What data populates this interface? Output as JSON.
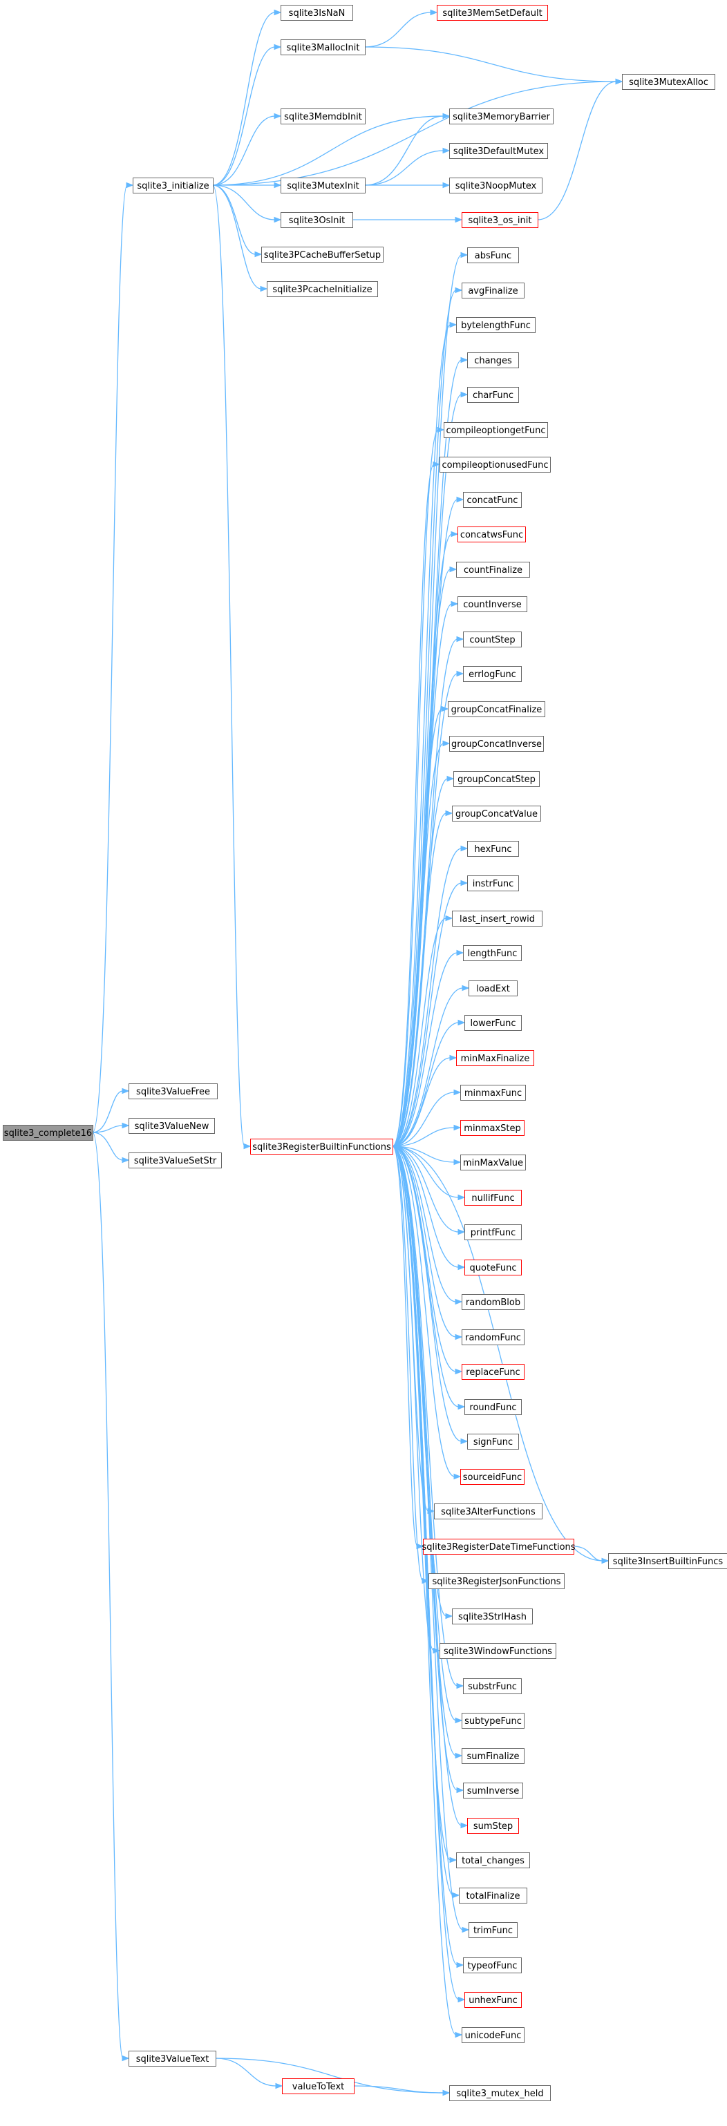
{
  "diagram": {
    "kind": "call-graph",
    "colors": {
      "node_border": "#666666",
      "node_border_highlight": "#ff0000",
      "node_fill": "#ffffff",
      "root_fill": "#999999",
      "edge": "#63b8ff"
    },
    "nodes": [
      {
        "id": "sqlite3_complete16",
        "label": "sqlite3_complete16",
        "style": "root"
      },
      {
        "id": "sqlite3_initialize",
        "label": "sqlite3_initialize",
        "style": "normal"
      },
      {
        "id": "sqlite3IsNaN",
        "label": "sqlite3IsNaN",
        "style": "normal"
      },
      {
        "id": "sqlite3MallocInit",
        "label": "sqlite3MallocInit",
        "style": "normal"
      },
      {
        "id": "sqlite3MemSetDefault",
        "label": "sqlite3MemSetDefault",
        "style": "red"
      },
      {
        "id": "sqlite3MutexAlloc",
        "label": "sqlite3MutexAlloc",
        "style": "normal"
      },
      {
        "id": "sqlite3MemdbInit",
        "label": "sqlite3MemdbInit",
        "style": "normal"
      },
      {
        "id": "sqlite3MemoryBarrier",
        "label": "sqlite3MemoryBarrier",
        "style": "normal"
      },
      {
        "id": "sqlite3MutexInit",
        "label": "sqlite3MutexInit",
        "style": "normal"
      },
      {
        "id": "sqlite3DefaultMutex",
        "label": "sqlite3DefaultMutex",
        "style": "normal"
      },
      {
        "id": "sqlite3NoopMutex",
        "label": "sqlite3NoopMutex",
        "style": "normal"
      },
      {
        "id": "sqlite3OsInit",
        "label": "sqlite3OsInit",
        "style": "normal"
      },
      {
        "id": "sqlite3_os_init",
        "label": "sqlite3_os_init",
        "style": "red"
      },
      {
        "id": "sqlite3PCacheBufferSetup",
        "label": "sqlite3PCacheBufferSetup",
        "style": "normal"
      },
      {
        "id": "sqlite3PcacheInitialize",
        "label": "sqlite3PcacheInitialize",
        "style": "normal"
      },
      {
        "id": "sqlite3RegisterBuiltinFunctions",
        "label": "sqlite3RegisterBuiltinFunctions",
        "style": "red"
      },
      {
        "id": "absFunc",
        "label": "absFunc",
        "style": "normal"
      },
      {
        "id": "avgFinalize",
        "label": "avgFinalize",
        "style": "normal"
      },
      {
        "id": "bytelengthFunc",
        "label": "bytelengthFunc",
        "style": "normal"
      },
      {
        "id": "changes",
        "label": "changes",
        "style": "normal"
      },
      {
        "id": "charFunc",
        "label": "charFunc",
        "style": "normal"
      },
      {
        "id": "compileoptiongetFunc",
        "label": "compileoptiongetFunc",
        "style": "normal"
      },
      {
        "id": "compileoptionusedFunc",
        "label": "compileoptionusedFunc",
        "style": "normal"
      },
      {
        "id": "concatFunc",
        "label": "concatFunc",
        "style": "normal"
      },
      {
        "id": "concatwsFunc",
        "label": "concatwsFunc",
        "style": "red"
      },
      {
        "id": "countFinalize",
        "label": "countFinalize",
        "style": "normal"
      },
      {
        "id": "countInverse",
        "label": "countInverse",
        "style": "normal"
      },
      {
        "id": "countStep",
        "label": "countStep",
        "style": "normal"
      },
      {
        "id": "errlogFunc",
        "label": "errlogFunc",
        "style": "normal"
      },
      {
        "id": "groupConcatFinalize",
        "label": "groupConcatFinalize",
        "style": "normal"
      },
      {
        "id": "groupConcatInverse",
        "label": "groupConcatInverse",
        "style": "normal"
      },
      {
        "id": "groupConcatStep",
        "label": "groupConcatStep",
        "style": "normal"
      },
      {
        "id": "groupConcatValue",
        "label": "groupConcatValue",
        "style": "normal"
      },
      {
        "id": "hexFunc",
        "label": "hexFunc",
        "style": "normal"
      },
      {
        "id": "instrFunc",
        "label": "instrFunc",
        "style": "normal"
      },
      {
        "id": "last_insert_rowid",
        "label": "last_insert_rowid",
        "style": "normal"
      },
      {
        "id": "lengthFunc",
        "label": "lengthFunc",
        "style": "normal"
      },
      {
        "id": "loadExt",
        "label": "loadExt",
        "style": "normal"
      },
      {
        "id": "lowerFunc",
        "label": "lowerFunc",
        "style": "normal"
      },
      {
        "id": "minMaxFinalize",
        "label": "minMaxFinalize",
        "style": "red"
      },
      {
        "id": "minmaxFunc",
        "label": "minmaxFunc",
        "style": "normal"
      },
      {
        "id": "minmaxStep",
        "label": "minmaxStep",
        "style": "red"
      },
      {
        "id": "minMaxValue",
        "label": "minMaxValue",
        "style": "normal"
      },
      {
        "id": "nullifFunc",
        "label": "nullifFunc",
        "style": "red"
      },
      {
        "id": "printfFunc",
        "label": "printfFunc",
        "style": "normal"
      },
      {
        "id": "quoteFunc",
        "label": "quoteFunc",
        "style": "red"
      },
      {
        "id": "randomBlob",
        "label": "randomBlob",
        "style": "normal"
      },
      {
        "id": "randomFunc",
        "label": "randomFunc",
        "style": "normal"
      },
      {
        "id": "replaceFunc",
        "label": "replaceFunc",
        "style": "red"
      },
      {
        "id": "roundFunc",
        "label": "roundFunc",
        "style": "normal"
      },
      {
        "id": "signFunc",
        "label": "signFunc",
        "style": "normal"
      },
      {
        "id": "sourceidFunc",
        "label": "sourceidFunc",
        "style": "red"
      },
      {
        "id": "sqlite3AlterFunctions",
        "label": "sqlite3AlterFunctions",
        "style": "normal"
      },
      {
        "id": "sqlite3InsertBuiltinFuncs",
        "label": "sqlite3InsertBuiltinFuncs",
        "style": "normal"
      },
      {
        "id": "sqlite3RegisterDateTimeFunctions",
        "label": "sqlite3RegisterDateTimeFunctions",
        "style": "red"
      },
      {
        "id": "sqlite3RegisterJsonFunctions",
        "label": "sqlite3RegisterJsonFunctions",
        "style": "normal"
      },
      {
        "id": "sqlite3StrIHash",
        "label": "sqlite3StrIHash",
        "style": "normal"
      },
      {
        "id": "sqlite3WindowFunctions",
        "label": "sqlite3WindowFunctions",
        "style": "normal"
      },
      {
        "id": "substrFunc",
        "label": "substrFunc",
        "style": "normal"
      },
      {
        "id": "subtypeFunc",
        "label": "subtypeFunc",
        "style": "normal"
      },
      {
        "id": "sumFinalize",
        "label": "sumFinalize",
        "style": "normal"
      },
      {
        "id": "sumInverse",
        "label": "sumInverse",
        "style": "normal"
      },
      {
        "id": "sumStep",
        "label": "sumStep",
        "style": "red"
      },
      {
        "id": "total_changes",
        "label": "total_changes",
        "style": "normal"
      },
      {
        "id": "totalFinalize",
        "label": "totalFinalize",
        "style": "normal"
      },
      {
        "id": "trimFunc",
        "label": "trimFunc",
        "style": "normal"
      },
      {
        "id": "typeofFunc",
        "label": "typeofFunc",
        "style": "normal"
      },
      {
        "id": "unhexFunc",
        "label": "unhexFunc",
        "style": "red"
      },
      {
        "id": "unicodeFunc",
        "label": "unicodeFunc",
        "style": "normal"
      },
      {
        "id": "sqlite3ValueFree",
        "label": "sqlite3ValueFree",
        "style": "normal"
      },
      {
        "id": "sqlite3ValueNew",
        "label": "sqlite3ValueNew",
        "style": "normal"
      },
      {
        "id": "sqlite3ValueSetStr",
        "label": "sqlite3ValueSetStr",
        "style": "normal"
      },
      {
        "id": "sqlite3ValueText",
        "label": "sqlite3ValueText",
        "style": "normal"
      },
      {
        "id": "valueToText",
        "label": "valueToText",
        "style": "red"
      },
      {
        "id": "sqlite3_mutex_held",
        "label": "sqlite3_mutex_held",
        "style": "normal"
      }
    ],
    "edges": [
      [
        "sqlite3_complete16",
        "sqlite3_initialize"
      ],
      [
        "sqlite3_complete16",
        "sqlite3ValueFree"
      ],
      [
        "sqlite3_complete16",
        "sqlite3ValueNew"
      ],
      [
        "sqlite3_complete16",
        "sqlite3ValueSetStr"
      ],
      [
        "sqlite3_complete16",
        "sqlite3ValueText"
      ],
      [
        "sqlite3_initialize",
        "sqlite3IsNaN"
      ],
      [
        "sqlite3_initialize",
        "sqlite3MallocInit"
      ],
      [
        "sqlite3_initialize",
        "sqlite3MutexAlloc"
      ],
      [
        "sqlite3_initialize",
        "sqlite3MemdbInit"
      ],
      [
        "sqlite3_initialize",
        "sqlite3MemoryBarrier"
      ],
      [
        "sqlite3_initialize",
        "sqlite3MutexInit"
      ],
      [
        "sqlite3_initialize",
        "sqlite3OsInit"
      ],
      [
        "sqlite3_initialize",
        "sqlite3PCacheBufferSetup"
      ],
      [
        "sqlite3_initialize",
        "sqlite3PcacheInitialize"
      ],
      [
        "sqlite3_initialize",
        "sqlite3RegisterBuiltinFunctions"
      ],
      [
        "sqlite3MallocInit",
        "sqlite3MemSetDefault"
      ],
      [
        "sqlite3MallocInit",
        "sqlite3MutexAlloc"
      ],
      [
        "sqlite3MutexInit",
        "sqlite3MemoryBarrier"
      ],
      [
        "sqlite3MutexInit",
        "sqlite3DefaultMutex"
      ],
      [
        "sqlite3MutexInit",
        "sqlite3NoopMutex"
      ],
      [
        "sqlite3OsInit",
        "sqlite3_os_init"
      ],
      [
        "sqlite3_os_init",
        "sqlite3MutexAlloc"
      ],
      [
        "sqlite3RegisterBuiltinFunctions",
        "absFunc"
      ],
      [
        "sqlite3RegisterBuiltinFunctions",
        "avgFinalize"
      ],
      [
        "sqlite3RegisterBuiltinFunctions",
        "bytelengthFunc"
      ],
      [
        "sqlite3RegisterBuiltinFunctions",
        "changes"
      ],
      [
        "sqlite3RegisterBuiltinFunctions",
        "charFunc"
      ],
      [
        "sqlite3RegisterBuiltinFunctions",
        "compileoptiongetFunc"
      ],
      [
        "sqlite3RegisterBuiltinFunctions",
        "compileoptionusedFunc"
      ],
      [
        "sqlite3RegisterBuiltinFunctions",
        "concatFunc"
      ],
      [
        "sqlite3RegisterBuiltinFunctions",
        "concatwsFunc"
      ],
      [
        "sqlite3RegisterBuiltinFunctions",
        "countFinalize"
      ],
      [
        "sqlite3RegisterBuiltinFunctions",
        "countInverse"
      ],
      [
        "sqlite3RegisterBuiltinFunctions",
        "countStep"
      ],
      [
        "sqlite3RegisterBuiltinFunctions",
        "errlogFunc"
      ],
      [
        "sqlite3RegisterBuiltinFunctions",
        "groupConcatFinalize"
      ],
      [
        "sqlite3RegisterBuiltinFunctions",
        "groupConcatInverse"
      ],
      [
        "sqlite3RegisterBuiltinFunctions",
        "groupConcatStep"
      ],
      [
        "sqlite3RegisterBuiltinFunctions",
        "groupConcatValue"
      ],
      [
        "sqlite3RegisterBuiltinFunctions",
        "hexFunc"
      ],
      [
        "sqlite3RegisterBuiltinFunctions",
        "instrFunc"
      ],
      [
        "sqlite3RegisterBuiltinFunctions",
        "last_insert_rowid"
      ],
      [
        "sqlite3RegisterBuiltinFunctions",
        "lengthFunc"
      ],
      [
        "sqlite3RegisterBuiltinFunctions",
        "loadExt"
      ],
      [
        "sqlite3RegisterBuiltinFunctions",
        "lowerFunc"
      ],
      [
        "sqlite3RegisterBuiltinFunctions",
        "minMaxFinalize"
      ],
      [
        "sqlite3RegisterBuiltinFunctions",
        "minmaxFunc"
      ],
      [
        "sqlite3RegisterBuiltinFunctions",
        "minmaxStep"
      ],
      [
        "sqlite3RegisterBuiltinFunctions",
        "minMaxValue"
      ],
      [
        "sqlite3RegisterBuiltinFunctions",
        "nullifFunc"
      ],
      [
        "sqlite3RegisterBuiltinFunctions",
        "printfFunc"
      ],
      [
        "sqlite3RegisterBuiltinFunctions",
        "quoteFunc"
      ],
      [
        "sqlite3RegisterBuiltinFunctions",
        "randomBlob"
      ],
      [
        "sqlite3RegisterBuiltinFunctions",
        "randomFunc"
      ],
      [
        "sqlite3RegisterBuiltinFunctions",
        "replaceFunc"
      ],
      [
        "sqlite3RegisterBuiltinFunctions",
        "roundFunc"
      ],
      [
        "sqlite3RegisterBuiltinFunctions",
        "signFunc"
      ],
      [
        "sqlite3RegisterBuiltinFunctions",
        "sourceidFunc"
      ],
      [
        "sqlite3RegisterBuiltinFunctions",
        "sqlite3AlterFunctions"
      ],
      [
        "sqlite3RegisterBuiltinFunctions",
        "sqlite3InsertBuiltinFuncs"
      ],
      [
        "sqlite3RegisterBuiltinFunctions",
        "sqlite3RegisterDateTimeFunctions"
      ],
      [
        "sqlite3RegisterBuiltinFunctions",
        "sqlite3RegisterJsonFunctions"
      ],
      [
        "sqlite3RegisterBuiltinFunctions",
        "sqlite3StrIHash"
      ],
      [
        "sqlite3RegisterBuiltinFunctions",
        "sqlite3WindowFunctions"
      ],
      [
        "sqlite3RegisterBuiltinFunctions",
        "substrFunc"
      ],
      [
        "sqlite3RegisterBuiltinFunctions",
        "subtypeFunc"
      ],
      [
        "sqlite3RegisterBuiltinFunctions",
        "sumFinalize"
      ],
      [
        "sqlite3RegisterBuiltinFunctions",
        "sumInverse"
      ],
      [
        "sqlite3RegisterBuiltinFunctions",
        "sumStep"
      ],
      [
        "sqlite3RegisterBuiltinFunctions",
        "total_changes"
      ],
      [
        "sqlite3RegisterBuiltinFunctions",
        "totalFinalize"
      ],
      [
        "sqlite3RegisterBuiltinFunctions",
        "trimFunc"
      ],
      [
        "sqlite3RegisterBuiltinFunctions",
        "typeofFunc"
      ],
      [
        "sqlite3RegisterBuiltinFunctions",
        "unhexFunc"
      ],
      [
        "sqlite3RegisterBuiltinFunctions",
        "unicodeFunc"
      ],
      [
        "sqlite3RegisterDateTimeFunctions",
        "sqlite3InsertBuiltinFuncs"
      ],
      [
        "sqlite3ValueText",
        "valueToText"
      ],
      [
        "sqlite3ValueText",
        "sqlite3_mutex_held"
      ],
      [
        "valueToText",
        "sqlite3_mutex_held"
      ]
    ]
  }
}
